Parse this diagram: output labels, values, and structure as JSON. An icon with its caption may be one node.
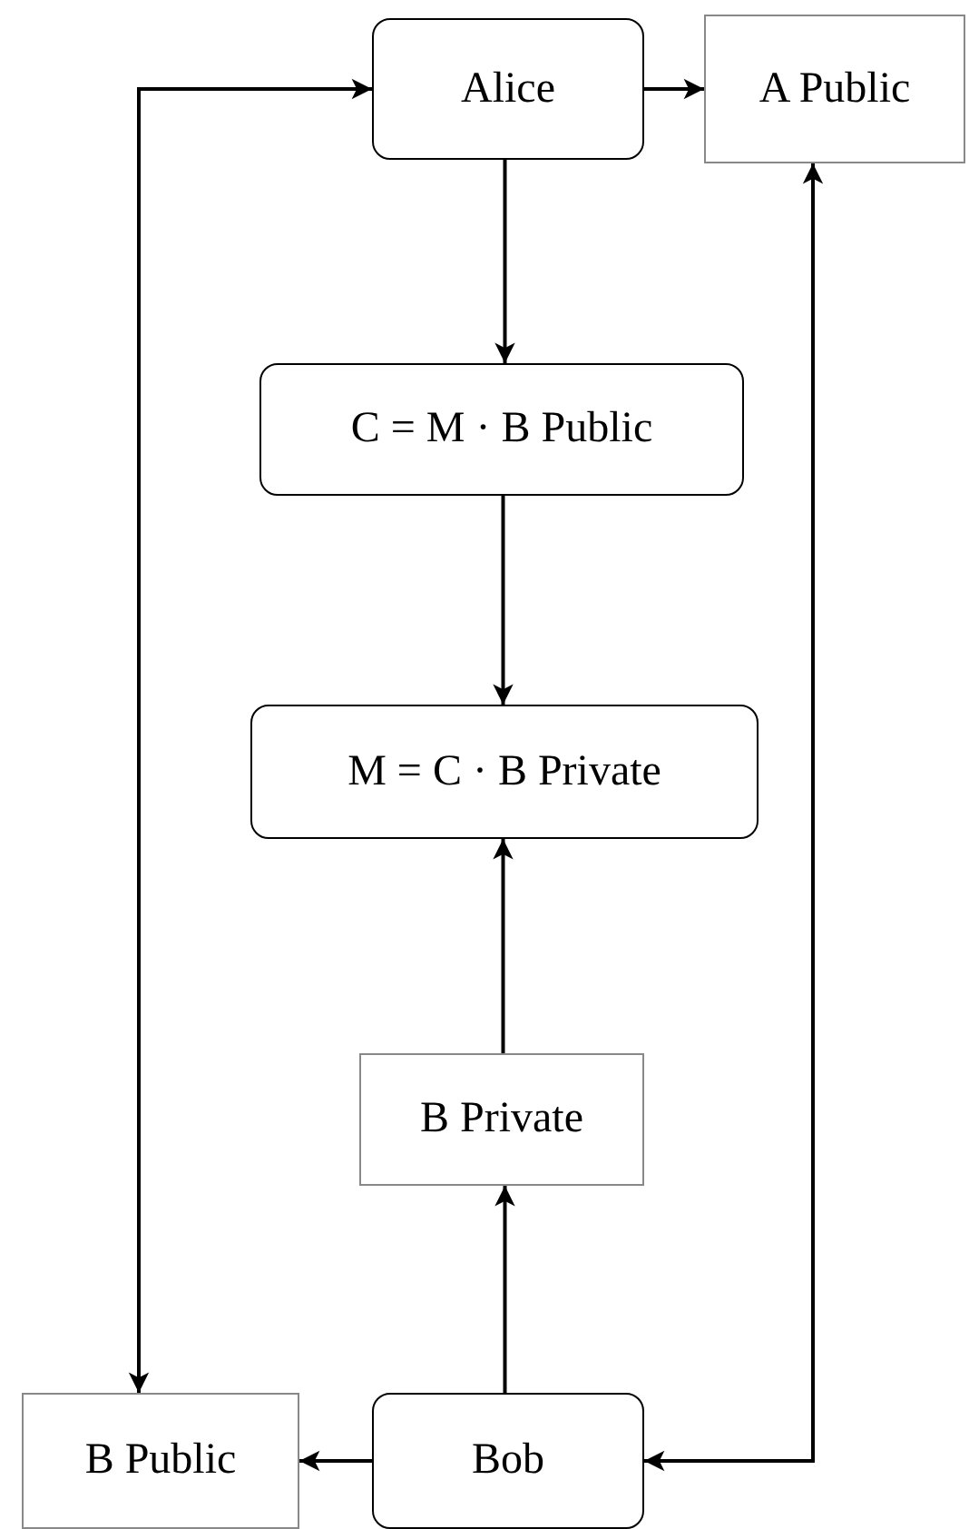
{
  "diagram": {
    "nodes": [
      {
        "text": [
          "Alice"
        ]
      },
      {
        "text": [
          "A Public"
        ]
      },
      {
        "text": [
          "C = M · B Public"
        ]
      },
      {
        "text": [
          "M = C · B Private"
        ]
      },
      {
        "text": [
          "B Private"
        ]
      },
      {
        "text": [
          "B Public"
        ]
      },
      {
        "text": [
          "Bob"
        ]
      }
    ],
    "edges": [
      {
        "from": 0,
        "to": 1,
        "arrow": "to"
      },
      {
        "from": 0,
        "to": 2,
        "arrow": "to"
      },
      {
        "from": 2,
        "to": 3,
        "arrow": "to"
      },
      {
        "from": 4,
        "to": 3,
        "arrow": "to"
      },
      {
        "from": 6,
        "to": 4,
        "arrow": "to"
      },
      {
        "from": 6,
        "to": 5,
        "arrow": "to"
      },
      {
        "from": 5,
        "to": 0,
        "arrow": "both"
      },
      {
        "from": 6,
        "to": 1,
        "arrow": "both"
      }
    ]
  }
}
